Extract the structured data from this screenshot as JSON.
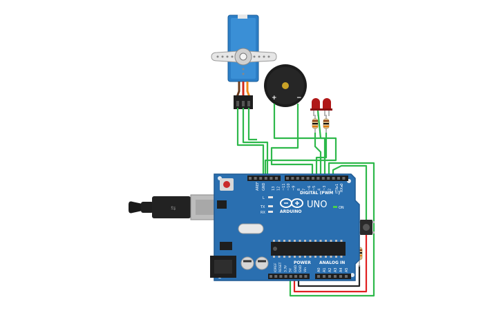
{
  "board": {
    "brand": "ARDUINO",
    "model": "UNO",
    "on_label": "ON",
    "digital_label": "DIGITAL (PWM ~)",
    "power_label": "POWER",
    "analog_label": "ANALOG IN",
    "led_l": "L",
    "led_tx": "TX",
    "led_rx": "RX",
    "aref": "AREF",
    "gnd": "GND",
    "tx": "TX▸1",
    "rx": "RX◂0",
    "digital_pins": [
      "13",
      "12",
      "~11",
      "~10",
      "~9",
      "8",
      "7",
      "~6",
      "~5",
      "4",
      "~3",
      "2"
    ],
    "power_pins": [
      "IOREF",
      "RESET",
      "3.3V",
      "5V",
      "GND",
      "GND",
      "Vin"
    ],
    "analog_pins": [
      "A0",
      "A1",
      "A2",
      "A3",
      "A4",
      "A5"
    ]
  },
  "buzzer": {
    "plus": "+",
    "minus": "−"
  },
  "colors": {
    "board": "#2a6fb0",
    "wire_green": "#2db84a",
    "wire_red": "#e02020",
    "wire_black": "#222222",
    "servo": "#2c7ec6",
    "led": "#b01818"
  }
}
